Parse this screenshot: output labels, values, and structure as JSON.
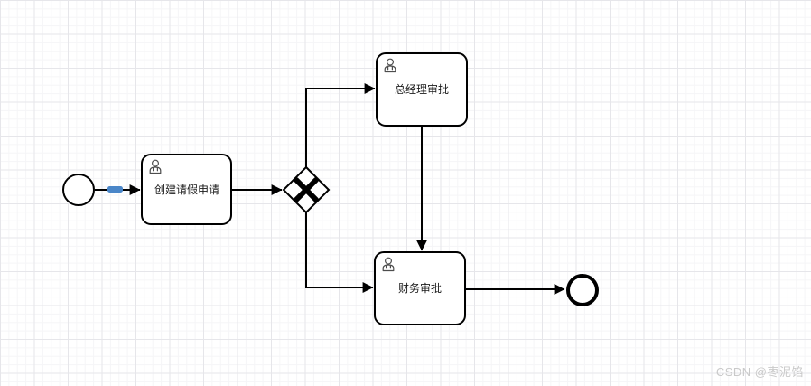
{
  "diagram": {
    "type": "bpmn-process",
    "nodes": {
      "start_event": {
        "kind": "start-event",
        "label": ""
      },
      "task_create": {
        "kind": "user-task",
        "label": "创建请假申请",
        "icon": "user-icon"
      },
      "gateway": {
        "kind": "exclusive-gateway",
        "marker": "X"
      },
      "task_gm": {
        "kind": "user-task",
        "label": "总经理审批",
        "icon": "user-icon"
      },
      "task_finance": {
        "kind": "user-task",
        "label": "财务审批",
        "icon": "user-icon"
      },
      "end_event": {
        "kind": "end-event",
        "label": ""
      }
    },
    "flows": [
      {
        "from": "start_event",
        "to": "task_create",
        "highlight": true
      },
      {
        "from": "task_create",
        "to": "gateway",
        "highlight": false
      },
      {
        "from": "gateway",
        "to": "task_gm",
        "highlight": false
      },
      {
        "from": "gateway",
        "to": "task_finance",
        "highlight": false
      },
      {
        "from": "task_gm",
        "to": "task_finance",
        "highlight": false
      },
      {
        "from": "task_finance",
        "to": "end_event",
        "highlight": false
      }
    ]
  },
  "colors": {
    "shape_stroke": "#000000",
    "shape_fill": "#ffffff",
    "flow_stroke": "#000000",
    "flow_highlight": "#4a86c8",
    "flow_highlight_border": "#2f5e9e",
    "icon_stroke": "#4d4d4d",
    "grid_minor": "#f5f5f7",
    "grid_major": "#e6e6ea",
    "watermark": "#c9c9c9"
  },
  "watermark": {
    "text": "CSDN @枣泥馅"
  }
}
